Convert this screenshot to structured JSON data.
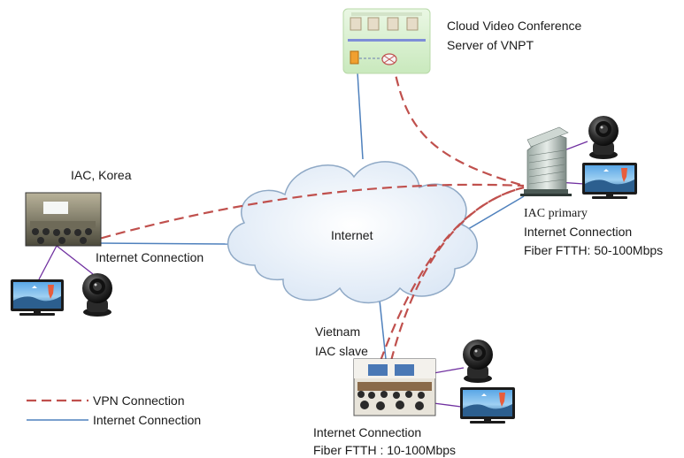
{
  "cloud": {
    "label": "Internet"
  },
  "server": {
    "title_line1": "Cloud Video Conference",
    "title_line2": "Server of VNPT"
  },
  "korea": {
    "label": "IAC, Korea",
    "link_label": "Internet Connection"
  },
  "primary": {
    "line1": "IAC primary",
    "line2": "Internet Connection",
    "line3": "Fiber FTTH: 50-100Mbps"
  },
  "vietnam": {
    "line1": "Vietnam",
    "line2": "IAC slave",
    "line3": "Internet Connection",
    "line4": "Fiber FTTH : 10-100Mbps"
  },
  "legend": {
    "vpn": "VPN Connection",
    "internet": "Internet Connection"
  },
  "colors": {
    "vpn_line": "#c0504d",
    "internet_line": "#4f81bd",
    "cloud_fill": "#e9f1fb",
    "cloud_stroke": "#8fa9c6",
    "device_link": "#7030a0"
  }
}
